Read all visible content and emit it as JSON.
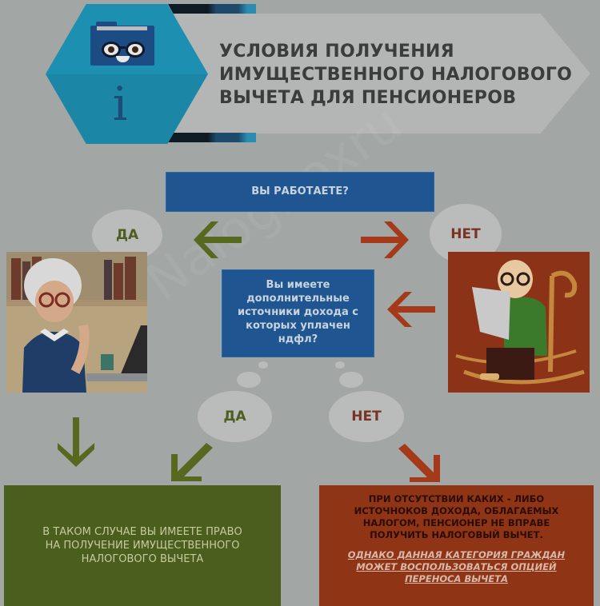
{
  "header": {
    "title_lines": [
      "УСЛОВИЯ ПОЛУЧЕНИЯ",
      "ИМУЩЕСТВЕННОГО НАЛОГОВОГО",
      "ВЫЧЕТА ДЛЯ ПЕНСИОНЕРОВ"
    ],
    "info_glyph": "i",
    "icons": [
      "folder-mascot-icon",
      "info-icon"
    ]
  },
  "flow": {
    "question_1": "ВЫ РАБОТАЕТЕ?",
    "answer_yes_top": "ДА",
    "answer_no_top": "НЕТ",
    "question_2_lines": [
      "Вы имеете",
      "дополнительные",
      "источники дохода с",
      "которых уплачен",
      "ндфл?"
    ],
    "answer_yes_bottom": "ДА",
    "answer_no_bottom": "НЕТ",
    "result_yes_lines": [
      "В ТАКОМ СЛУЧАЕ ВЫ ИМЕЕТЕ ПРАВО",
      "НА ПОЛУЧЕНИЕ  ИМУЩЕСТВЕННОГО",
      "НАЛОГОВОГО ВЫЧЕТА"
    ],
    "result_no_lines": [
      "ПРИ ОТСУТСТВИИ КАКИХ - ЛИБО",
      "ИСТОЧНОКОВ ДОХОДА, ОБЛАГАЕМЫХ",
      "НАЛОГОМ, ПЕНСИОНЕР НЕ ВПРАВЕ",
      "ПОЛУЧИТЬ НАЛОГОВЫЙ ВЫЧЕТ."
    ],
    "result_no_link_lines": [
      "ОДНАКО ДАННАЯ КАТЕГОРИЯ ГРАЖДАН",
      "МОЖЕТ ВОСПОЛЬЗОВАТЬСЯ ОПЦИЕЙ",
      "ПЕРЕНОСА ВЫЧЕТА"
    ]
  },
  "illustrations": {
    "left": "working-grandmother-at-laptop",
    "right": "grandfather-in-rocking-chair-reading-newspaper"
  },
  "watermark": "NalogBoxru",
  "colors": {
    "background": "#a2a6a5",
    "blue": "#1f5691",
    "teal_hexagon": "#1d8fb0",
    "green": "#4a5e1e",
    "green_arrow": "#56691f",
    "red": "#8f3516",
    "red_arrow": "#a43a1a",
    "bubble": "#b9bcbb"
  }
}
